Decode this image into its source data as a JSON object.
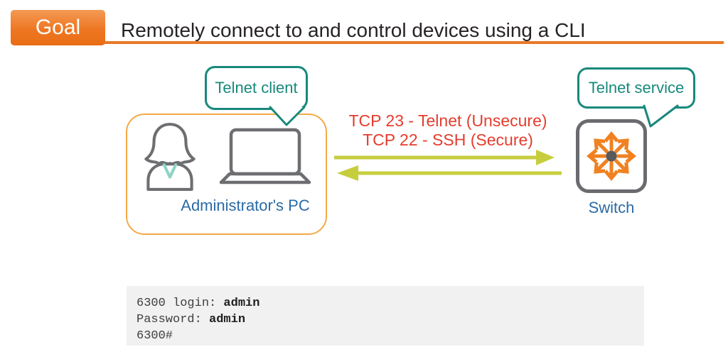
{
  "header": {
    "badge": "Goal",
    "title": "Remotely connect to and control devices using a CLI"
  },
  "diagram": {
    "client_callout": {
      "label": "Telnet client"
    },
    "service_callout": {
      "label": "Telnet service"
    },
    "pc": {
      "label": "Administrator's PC"
    },
    "switch": {
      "label": "Switch"
    },
    "link": {
      "line1": "TCP 23 - Telnet (Unsecure)",
      "line2": "TCP 22 - SSH (Secure)"
    },
    "icons": {
      "administrator": "administrator-icon",
      "laptop": "laptop-icon",
      "switch": "switch-arrows-icon",
      "request_arrow": "arrow-right-icon",
      "response_arrow": "arrow-left-icon"
    }
  },
  "terminal": {
    "lines": [
      {
        "prompt": "6300 login: ",
        "input": "admin"
      },
      {
        "prompt": "Password: ",
        "input": "admin"
      },
      {
        "prompt": "6300#",
        "input": ""
      }
    ]
  },
  "colors": {
    "brand_orange": "#ee7623",
    "box_orange": "#f5a947",
    "callout_teal": "#17897b",
    "label_blue": "#2b6ba5",
    "alert_red": "#e43d2e",
    "arrow_green": "#c6ce3e",
    "icon_gray": "#6d6e71",
    "switch_orange": "#f08121",
    "terminal_bg": "#f1f1f2"
  }
}
